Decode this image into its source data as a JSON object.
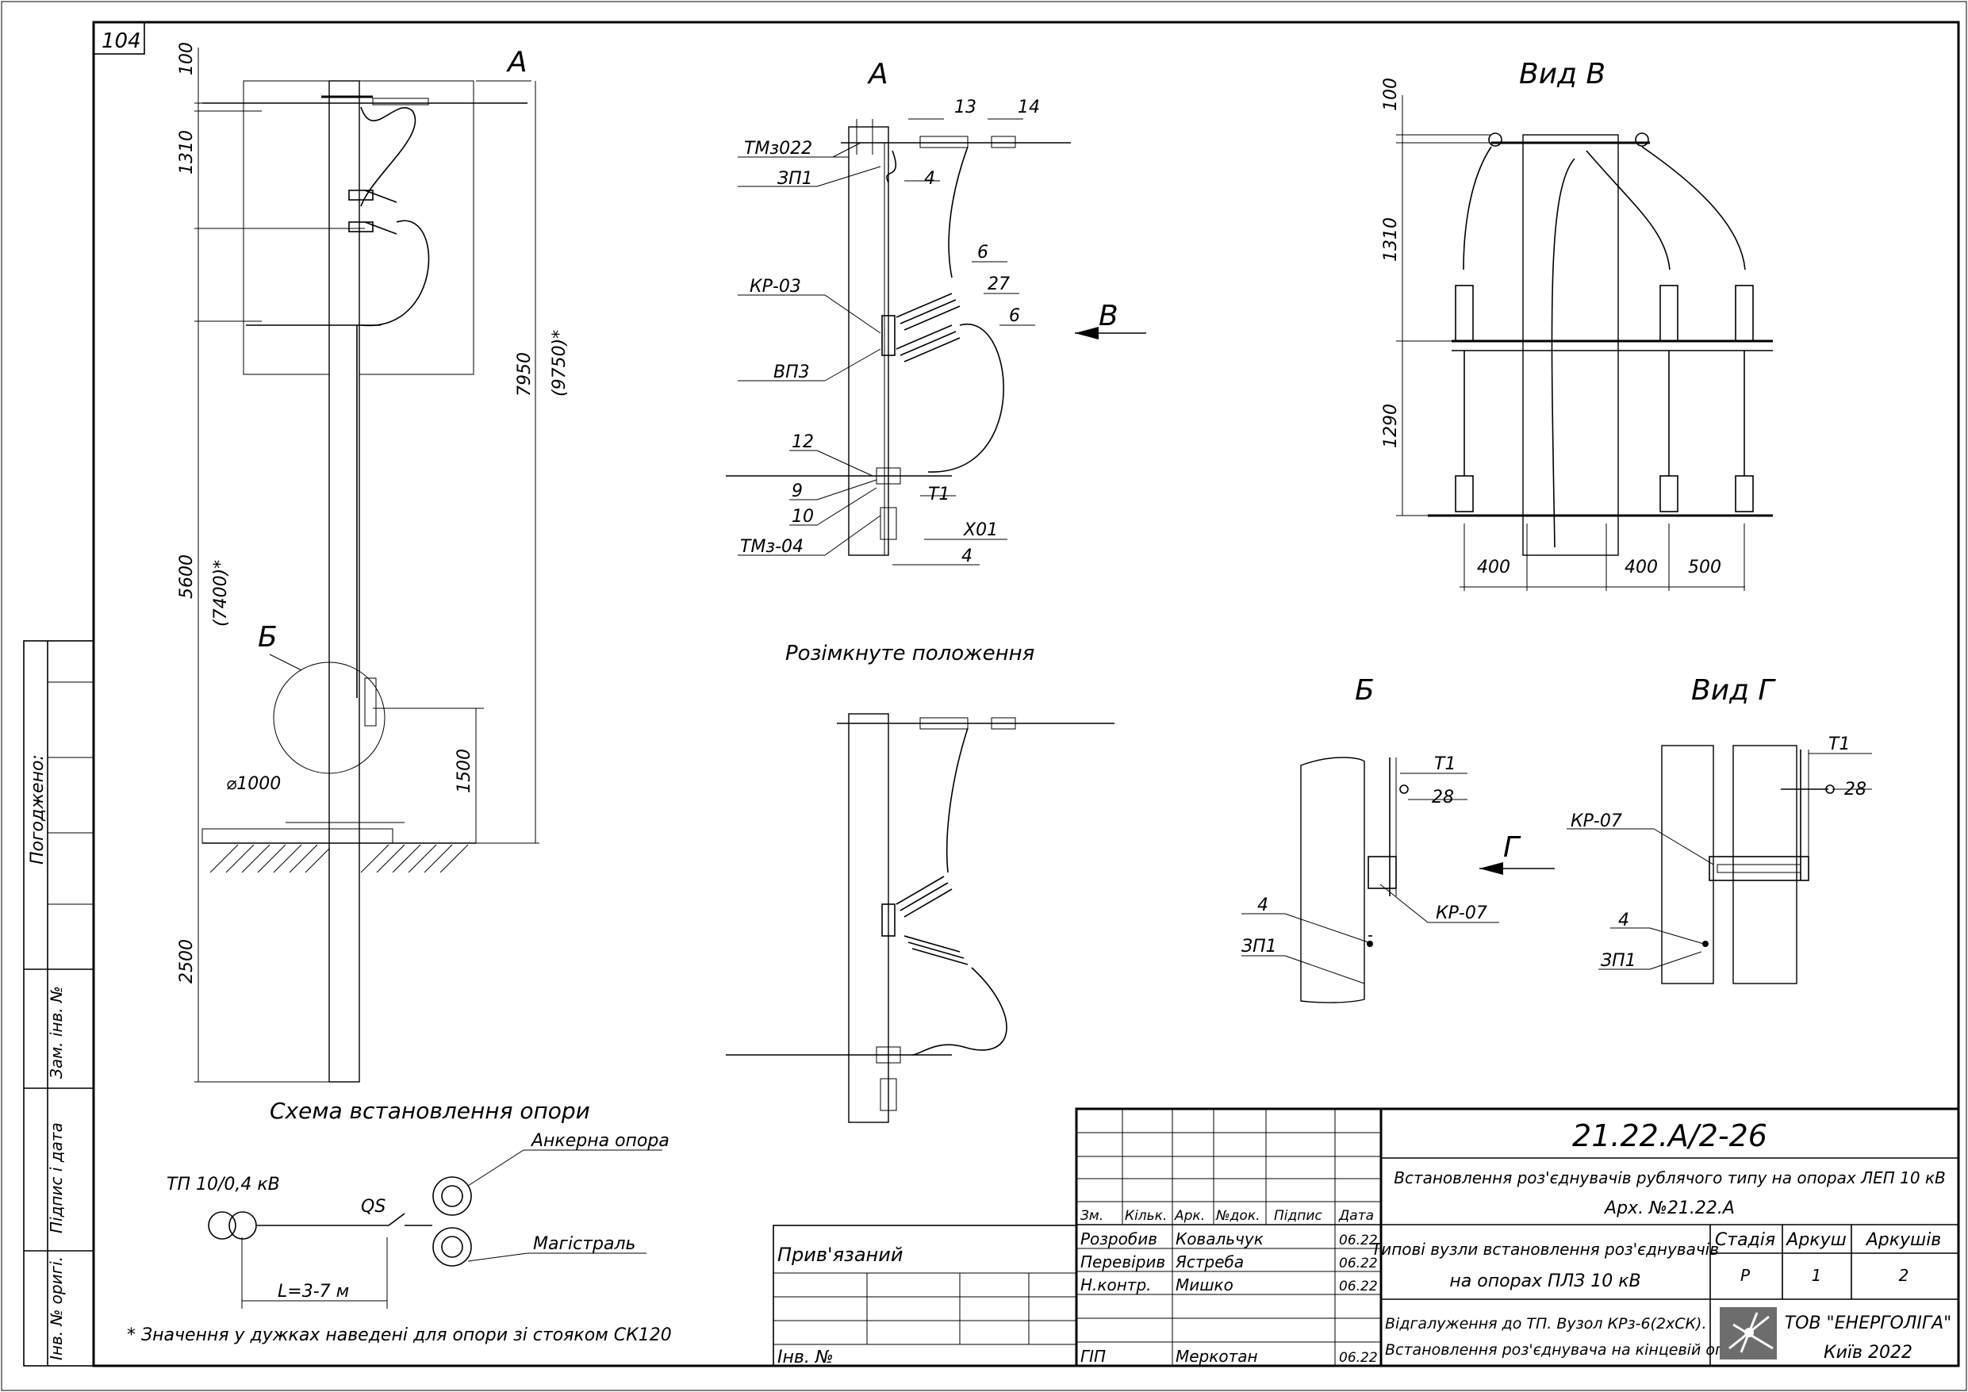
{
  "sheet": {
    "number": "104",
    "code": "21.22.A/2-26",
    "title": "Встановлення роз'єднувачів рублячого типу на опорах ЛЕП 10 кВ",
    "arch": "Арх. №21.22.А",
    "subtitle_1": "Типові вузли встановлення роз'єднувачів",
    "subtitle_2": "на опорах ПЛЗ 10 кВ",
    "sheet_title_1": "Відгалуження до ТП. Вузол КРз-6(2хСК).",
    "sheet_title_2": "Встановлення роз'єднувача на кінцевій опорі",
    "stage_label": "Стадія",
    "stage": "Р",
    "sheet_label": "Аркуш",
    "sheet_no": "1",
    "sheets_label": "Аркушів",
    "sheets_total": "2",
    "company": "ТОВ \"ЕНЕРГОЛІГА\"",
    "city_year": "Київ 2022",
    "tied_label": "Прив'язаний",
    "inv_label": "Інв. №"
  },
  "signatures": {
    "headers": [
      "Зм.",
      "Кільк.",
      "Арк.",
      "№док.",
      "Підпис",
      "Дата"
    ],
    "rows": [
      {
        "role": "Розробив",
        "name": "Ковальчук",
        "date": "06.22"
      },
      {
        "role": "Перевірив",
        "name": "Ястреба",
        "date": "06.22"
      },
      {
        "role": "Н.контр.",
        "name": "Мишко",
        "date": "06.22"
      },
      {
        "role": "ГІП",
        "name": "Меркотан",
        "date": "06.22"
      }
    ]
  },
  "side_stamp": {
    "agreed": "Погоджено:",
    "replace_inv": "Зам. інв. №",
    "sign_date": "Підпис і дата",
    "orig_inv": "Інв. № оригі."
  },
  "left_view": {
    "callout_a": "А",
    "callout_b": "Б",
    "dims": [
      "100",
      "1310",
      "5600",
      "(7400)*",
      "1500",
      "2500",
      "7950",
      "(9750)*"
    ],
    "diameter": "⌀1000"
  },
  "view_a": {
    "title": "А",
    "labels": [
      "ТМз022",
      "ЗП1",
      "КР-03",
      "ВП3",
      "12",
      "9",
      "10",
      "ТМз-04",
      "13",
      "14",
      "4",
      "6",
      "27",
      "6",
      "Т1",
      "Х01",
      "4"
    ],
    "arrow_label": "В"
  },
  "view_v": {
    "title": "Вид В",
    "dims": [
      "100",
      "1310",
      "1290",
      "400",
      "400",
      "500"
    ]
  },
  "open_position": {
    "title": "Розімкнуте положення"
  },
  "view_b": {
    "title": "Б",
    "labels": [
      "Т1",
      "28",
      "4",
      "ЗП1",
      "КР-07"
    ],
    "arrow_label": "Г"
  },
  "view_g": {
    "title": "Вид Г",
    "labels": [
      "Т1",
      "28",
      "КР-07",
      "4",
      "ЗП1"
    ]
  },
  "scheme": {
    "title": "Схема встановлення опори",
    "tp": "ТП 10/0,4 кВ",
    "qs": "QS",
    "anchor": "Анкерна опора",
    "main": "Магістраль",
    "length": "L=3-7 м",
    "note": "* Значення у дужках наведені для опори зі стояком СК120"
  }
}
